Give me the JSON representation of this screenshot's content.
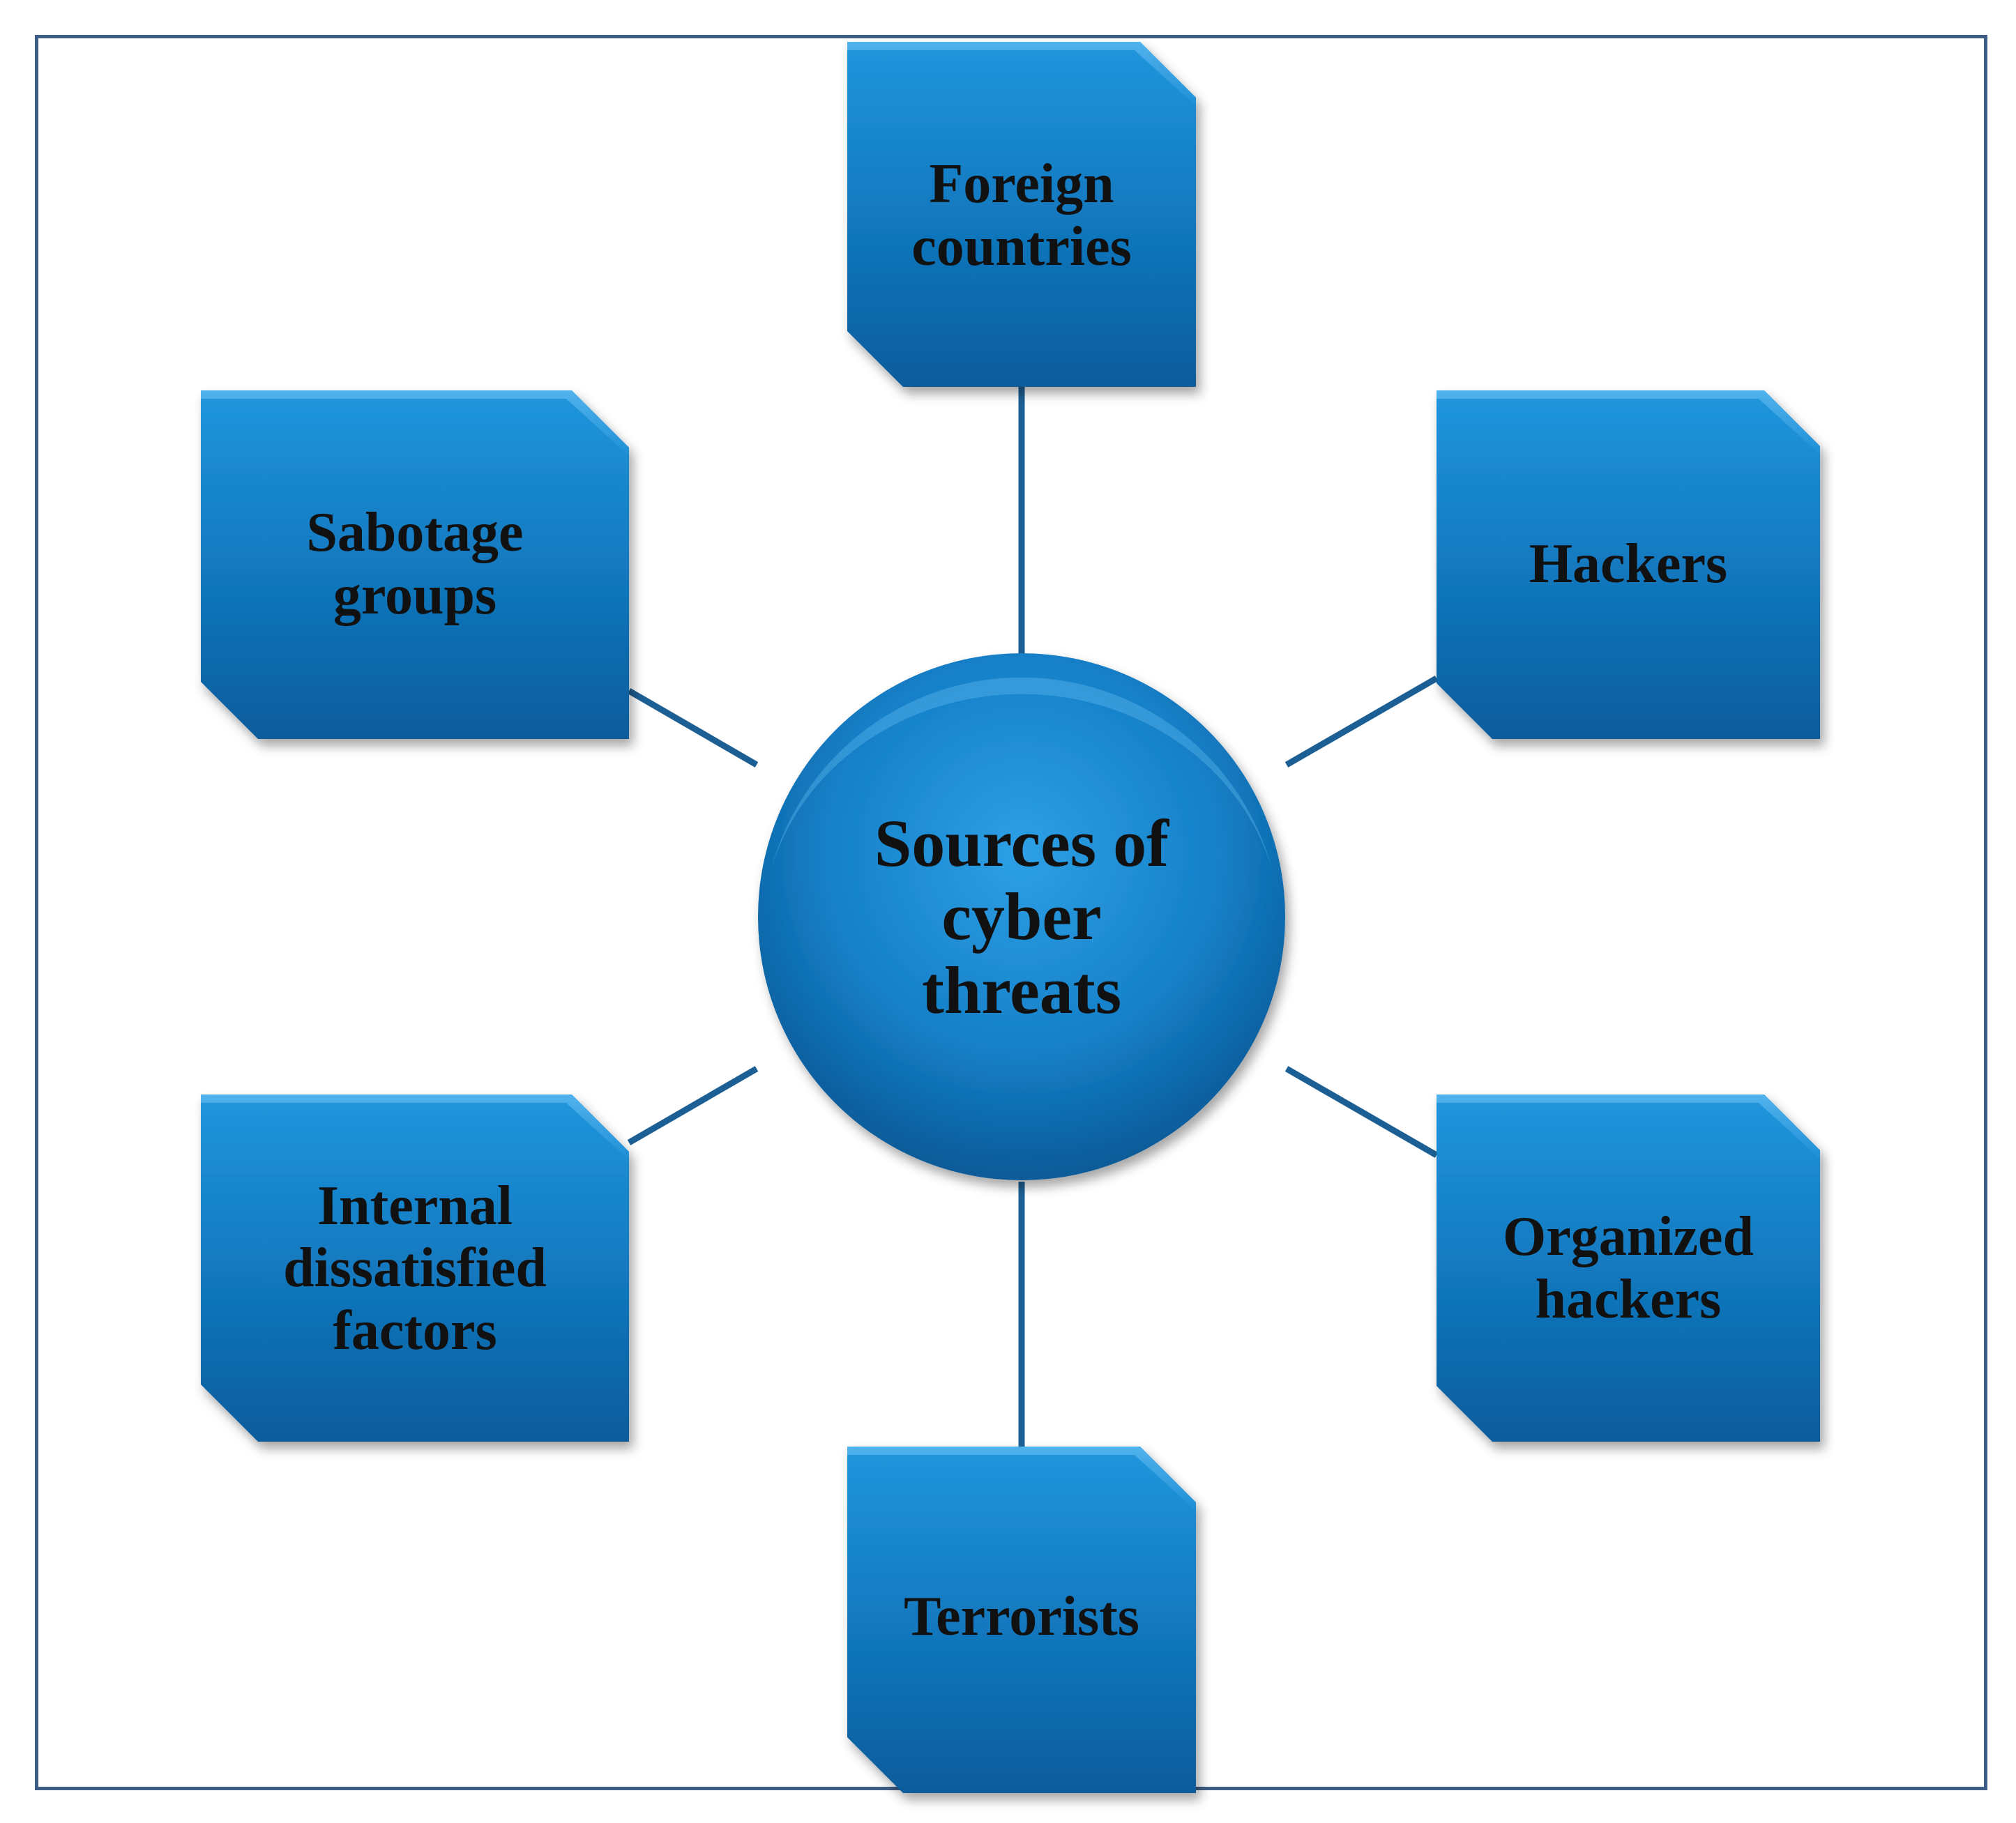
{
  "diagram": {
    "center": {
      "label": "Sources of\ncyber\nthreats"
    },
    "nodes": [
      {
        "id": "foreign",
        "label": "Foreign\ncountries"
      },
      {
        "id": "hackers",
        "label": "Hackers"
      },
      {
        "id": "organized",
        "label": "Organized\nhackers"
      },
      {
        "id": "terrorists",
        "label": "Terrorists"
      },
      {
        "id": "internal",
        "label": "Internal\ndissatisfied\nfactors"
      },
      {
        "id": "sabotage",
        "label": "Sabotage\ngroups"
      }
    ],
    "colors": {
      "box_fill_top": "#1b8bd3",
      "box_fill_bottom": "#0a5fa0",
      "box_edge": "#0c5a96",
      "connector": "#1c5f94",
      "frame": "#3f5e85"
    }
  }
}
